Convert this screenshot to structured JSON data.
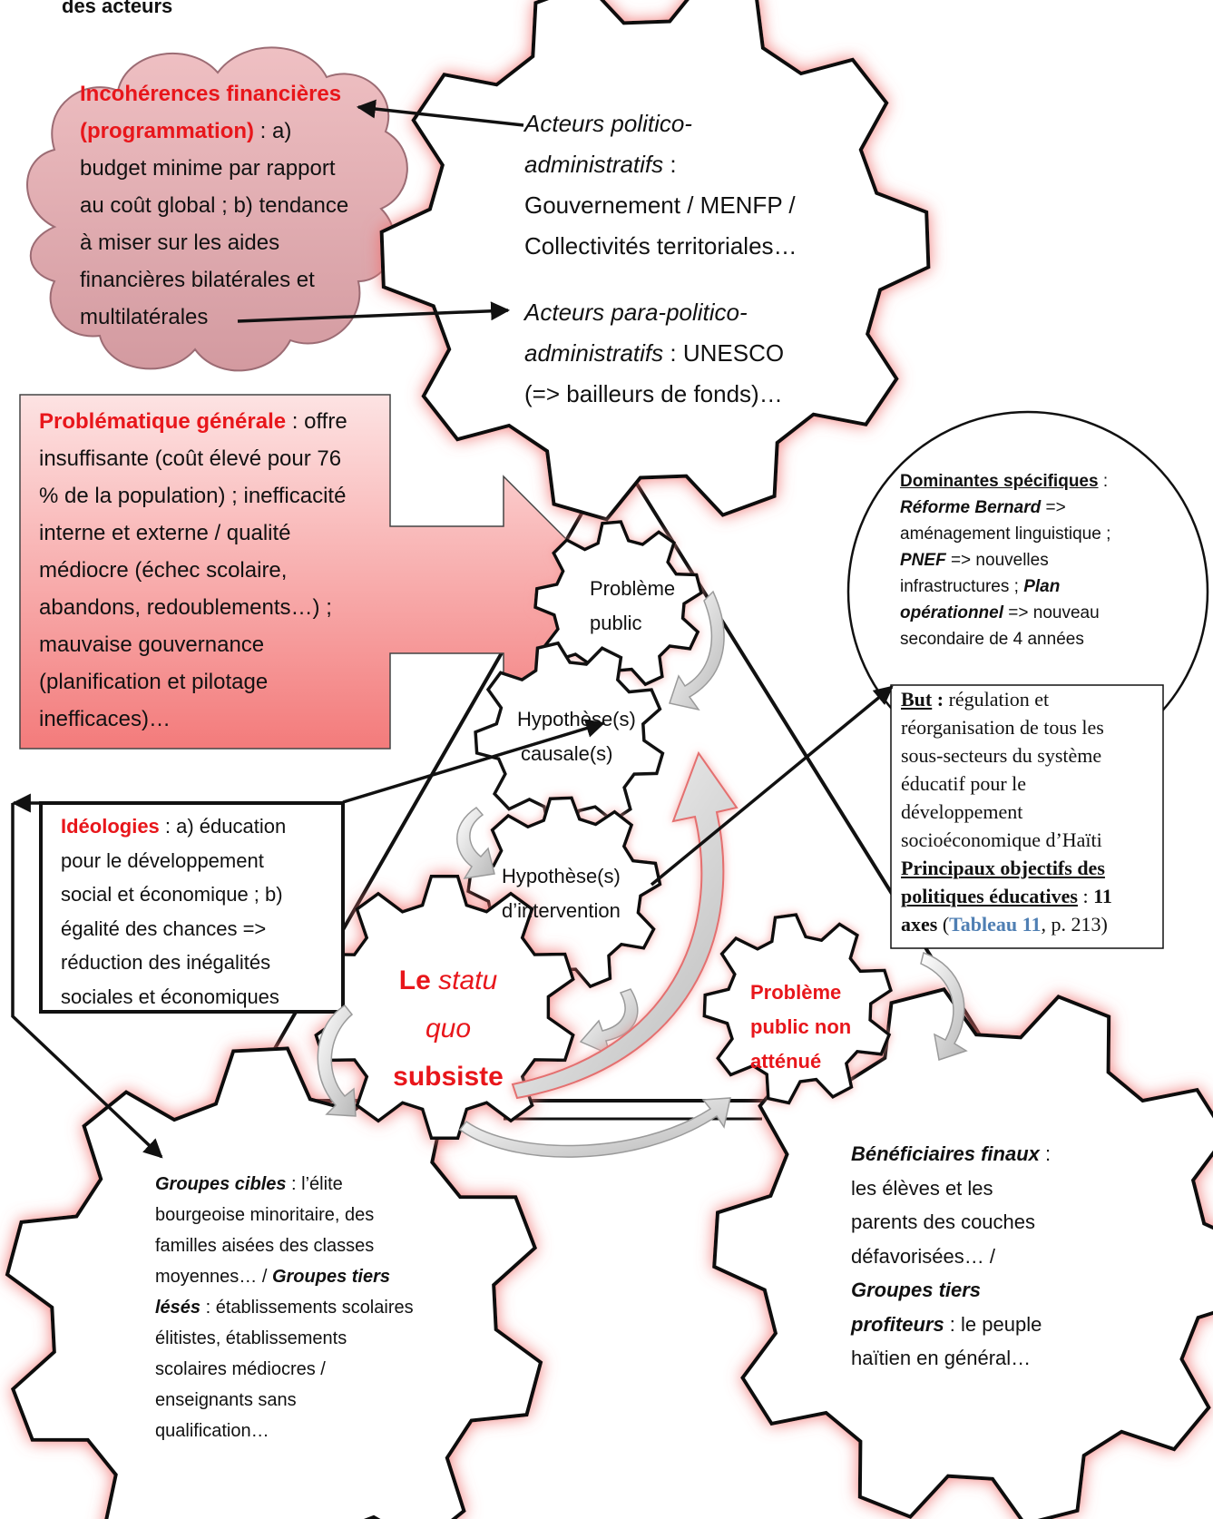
{
  "header": {
    "fragment": "des acteurs"
  },
  "cloud": {
    "title_line1": "Incohérences financières",
    "title_line2": "(programmation)",
    "line2_rest": " : a)",
    "lines": [
      "budget minime par rapport",
      "au coût global ; b) tendance",
      "à miser sur les aides",
      "financières bilatérales et",
      "multilatérales"
    ]
  },
  "top_gear": {
    "a1_title_line1": "Acteurs politico-",
    "a1_title_line2": "administratifs",
    "a1_sep": " :",
    "a1_lines": [
      "Gouvernement / MENFP /",
      "Collectivités territoriales…"
    ],
    "a2_title_line1": "Acteurs para-politico-",
    "a2_title_line2": "administratifs",
    "a2_rest": " : UNESCO",
    "a2_line3": "(=> bailleurs de fonds)…"
  },
  "problematique": {
    "title": "Problématique générale",
    "first_rest": " : offre",
    "lines": [
      "insuffisante (coût élevé pour 76",
      "% de la population) ; inefficacité",
      "interne et externe / qualité",
      "médiocre (échec scolaire,",
      "abandons, redoublements…) ;",
      "mauvaise gouvernance",
      "(planification et pilotage",
      "inefficaces)…"
    ]
  },
  "dominantes": {
    "title": "Dominantes spécifiques",
    "title_rest": " :",
    "item1_name": "Réforme Bernard",
    "item1_rest": " =>",
    "item1_line2": "aménagement linguistique ;",
    "item2_name": "PNEF",
    "item2_rest": " => nouvelles",
    "item2_line2": "infrastructures ;",
    "item3_name_a": "Plan",
    "item3_name_b": "opérationnel",
    "item3_rest": " => nouveau",
    "item3_line3": "secondaire de 4 années"
  },
  "but": {
    "title": "But",
    "title_sep": " :",
    "first_rest": " régulation et",
    "lines": [
      "réorganisation de tous les",
      "sous-secteurs du système",
      "éducatif pour le",
      "développement",
      "socioéconomique d’Haïti"
    ],
    "objectifs_line1": "Principaux objectifs des",
    "objectifs_line2": "politiques éducatives",
    "objectifs_sep": " : ",
    "objectifs_count": "11",
    "axes": "axes",
    "paren_open": " (",
    "table_ref": "Tableau 11",
    "page_ref": ", p. 213)"
  },
  "ideologies": {
    "title": "Idéologies",
    "first_rest": " : a) éducation",
    "lines": [
      "pour le développement",
      "social et économique ; b)",
      "égalité des chances =>",
      "réduction des inégalités",
      "sociales et économiques"
    ]
  },
  "gears": {
    "probleme_public": [
      "Problème",
      "public"
    ],
    "hypothese_causale": [
      "Hypothèse(s)",
      "causale(s)"
    ],
    "hypothese_intervention": [
      "Hypothèse(s)",
      "d’intervention"
    ],
    "statu_quo": {
      "le": "Le",
      "statu": "statu",
      "quo": "quo",
      "subsiste": "subsiste"
    },
    "non_attenue": [
      "Problème",
      "public non",
      "atténué"
    ]
  },
  "groupes": {
    "t1": "Groupes cibles",
    "t1_rest": " : l’élite",
    "lines_a": [
      "bourgeoise minoritaire, des",
      "familles aisées des classes"
    ],
    "line_c": "moyennes… / ",
    "t2a": "Groupes tiers",
    "t2b": "lésés",
    "t2_rest": " : établissements scolaires",
    "lines_b": [
      "élitistes, établissements",
      "scolaires médiocres /",
      "enseignants sans",
      "qualification…"
    ]
  },
  "beneficiaires": {
    "t1": "Bénéficiaires finaux",
    "t1_rest": " :",
    "lines_a": [
      "les élèves et les",
      "parents des couches",
      "défavorisées… /"
    ],
    "t2a": "Groupes tiers",
    "t2b": "profiteurs",
    "t2_rest": " : le peuple",
    "line_end": "haïtien en général…"
  },
  "colors": {
    "accent_red": "#e8161b",
    "glow": "#f08080",
    "link_blue": "#4f7fb3"
  }
}
